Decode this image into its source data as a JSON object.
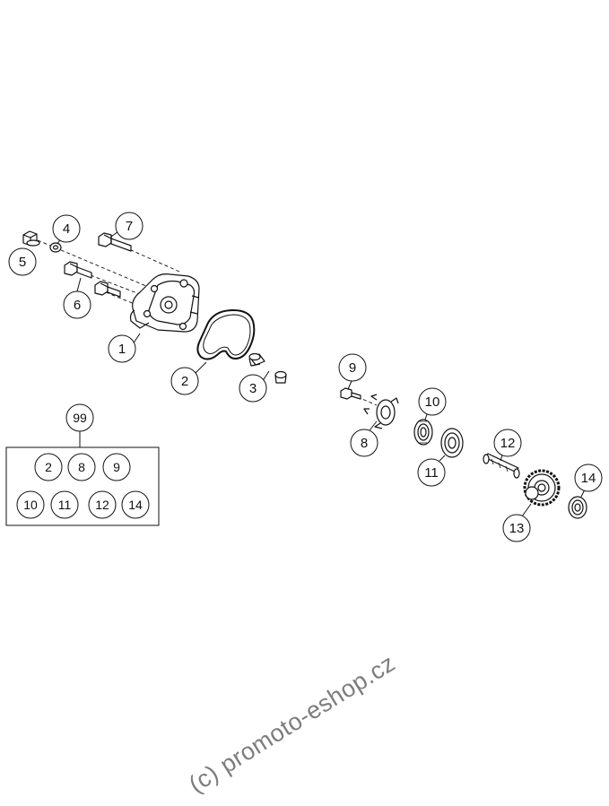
{
  "diagram": {
    "parts": [
      {
        "number": "1"
      },
      {
        "number": "2"
      },
      {
        "number": "3"
      },
      {
        "number": "4"
      },
      {
        "number": "5"
      },
      {
        "number": "6"
      },
      {
        "number": "7"
      },
      {
        "number": "8"
      },
      {
        "number": "9"
      },
      {
        "number": "10"
      },
      {
        "number": "11"
      },
      {
        "number": "12"
      },
      {
        "number": "13"
      },
      {
        "number": "14"
      }
    ],
    "kit": {
      "number": "99",
      "contents": [
        "2",
        "8",
        "9",
        "10",
        "11",
        "12",
        "14"
      ]
    },
    "watermark": "(c) promoto-eshop.cz"
  },
  "colors": {
    "line": "#111111",
    "watermark": "#7d7d7d",
    "background": "#ffffff"
  }
}
